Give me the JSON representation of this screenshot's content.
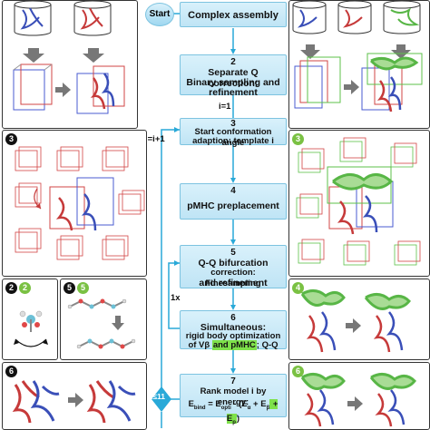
{
  "flow": {
    "start": "Start",
    "steps": [
      {
        "num": "",
        "lines": [
          "Complex assembly"
        ]
      },
      {
        "num": "2",
        "lines": [
          "Separate Q correction:",
          "Binary sampling and",
          "refinement"
        ]
      },
      {
        "num": "3",
        "lines": [
          "Start conformation angle",
          "adaption: template i"
        ]
      },
      {
        "num": "4",
        "lines": [
          "pMHC preplacement"
        ]
      },
      {
        "num": "5",
        "lines": [
          "Q-Q bifurcation",
          "correction: Finesampling",
          "and refinement"
        ]
      },
      {
        "num": "6",
        "lines": [
          "Simultaneous:",
          "rigid body optimization",
          "of Vβ",
          "and pMHC",
          "; Q-Q"
        ]
      },
      {
        "num": "7",
        "lines": [
          "Rank model i by energy:"
        ]
      }
    ],
    "i_init": "i=1",
    "i_incr": "i=i+1",
    "repeat": "1x",
    "cond": "i≤11",
    "energy": {
      "e": "E",
      "bind": "bind",
      "eq": " = E",
      "opti": "opti",
      "dash": " - (E",
      "alpha": "α",
      "plus": " + E",
      "beta": "β",
      "plus2": " + E",
      "p": "p",
      "close": ")"
    }
  },
  "panels": {
    "badge3_left": "3",
    "badge3_right": "3",
    "badge2_dark": "2",
    "badge2_green": "2",
    "badge5_dark": "5",
    "badge5_green": "5",
    "badge4": "4",
    "badge6_left": "6",
    "badge6_right": "6"
  },
  "colors": {
    "step_fill": "#bfe4f5",
    "step_border": "#7cc3e0",
    "connector": "#29a9d8",
    "highlight": "#7ee14a",
    "box_blue": "#4a5bd0",
    "box_red": "#d24545",
    "box_green": "#5cc04a",
    "protein_red": "#c63a3a",
    "protein_blue": "#3a4fb8",
    "protein_green": "#58b646"
  }
}
